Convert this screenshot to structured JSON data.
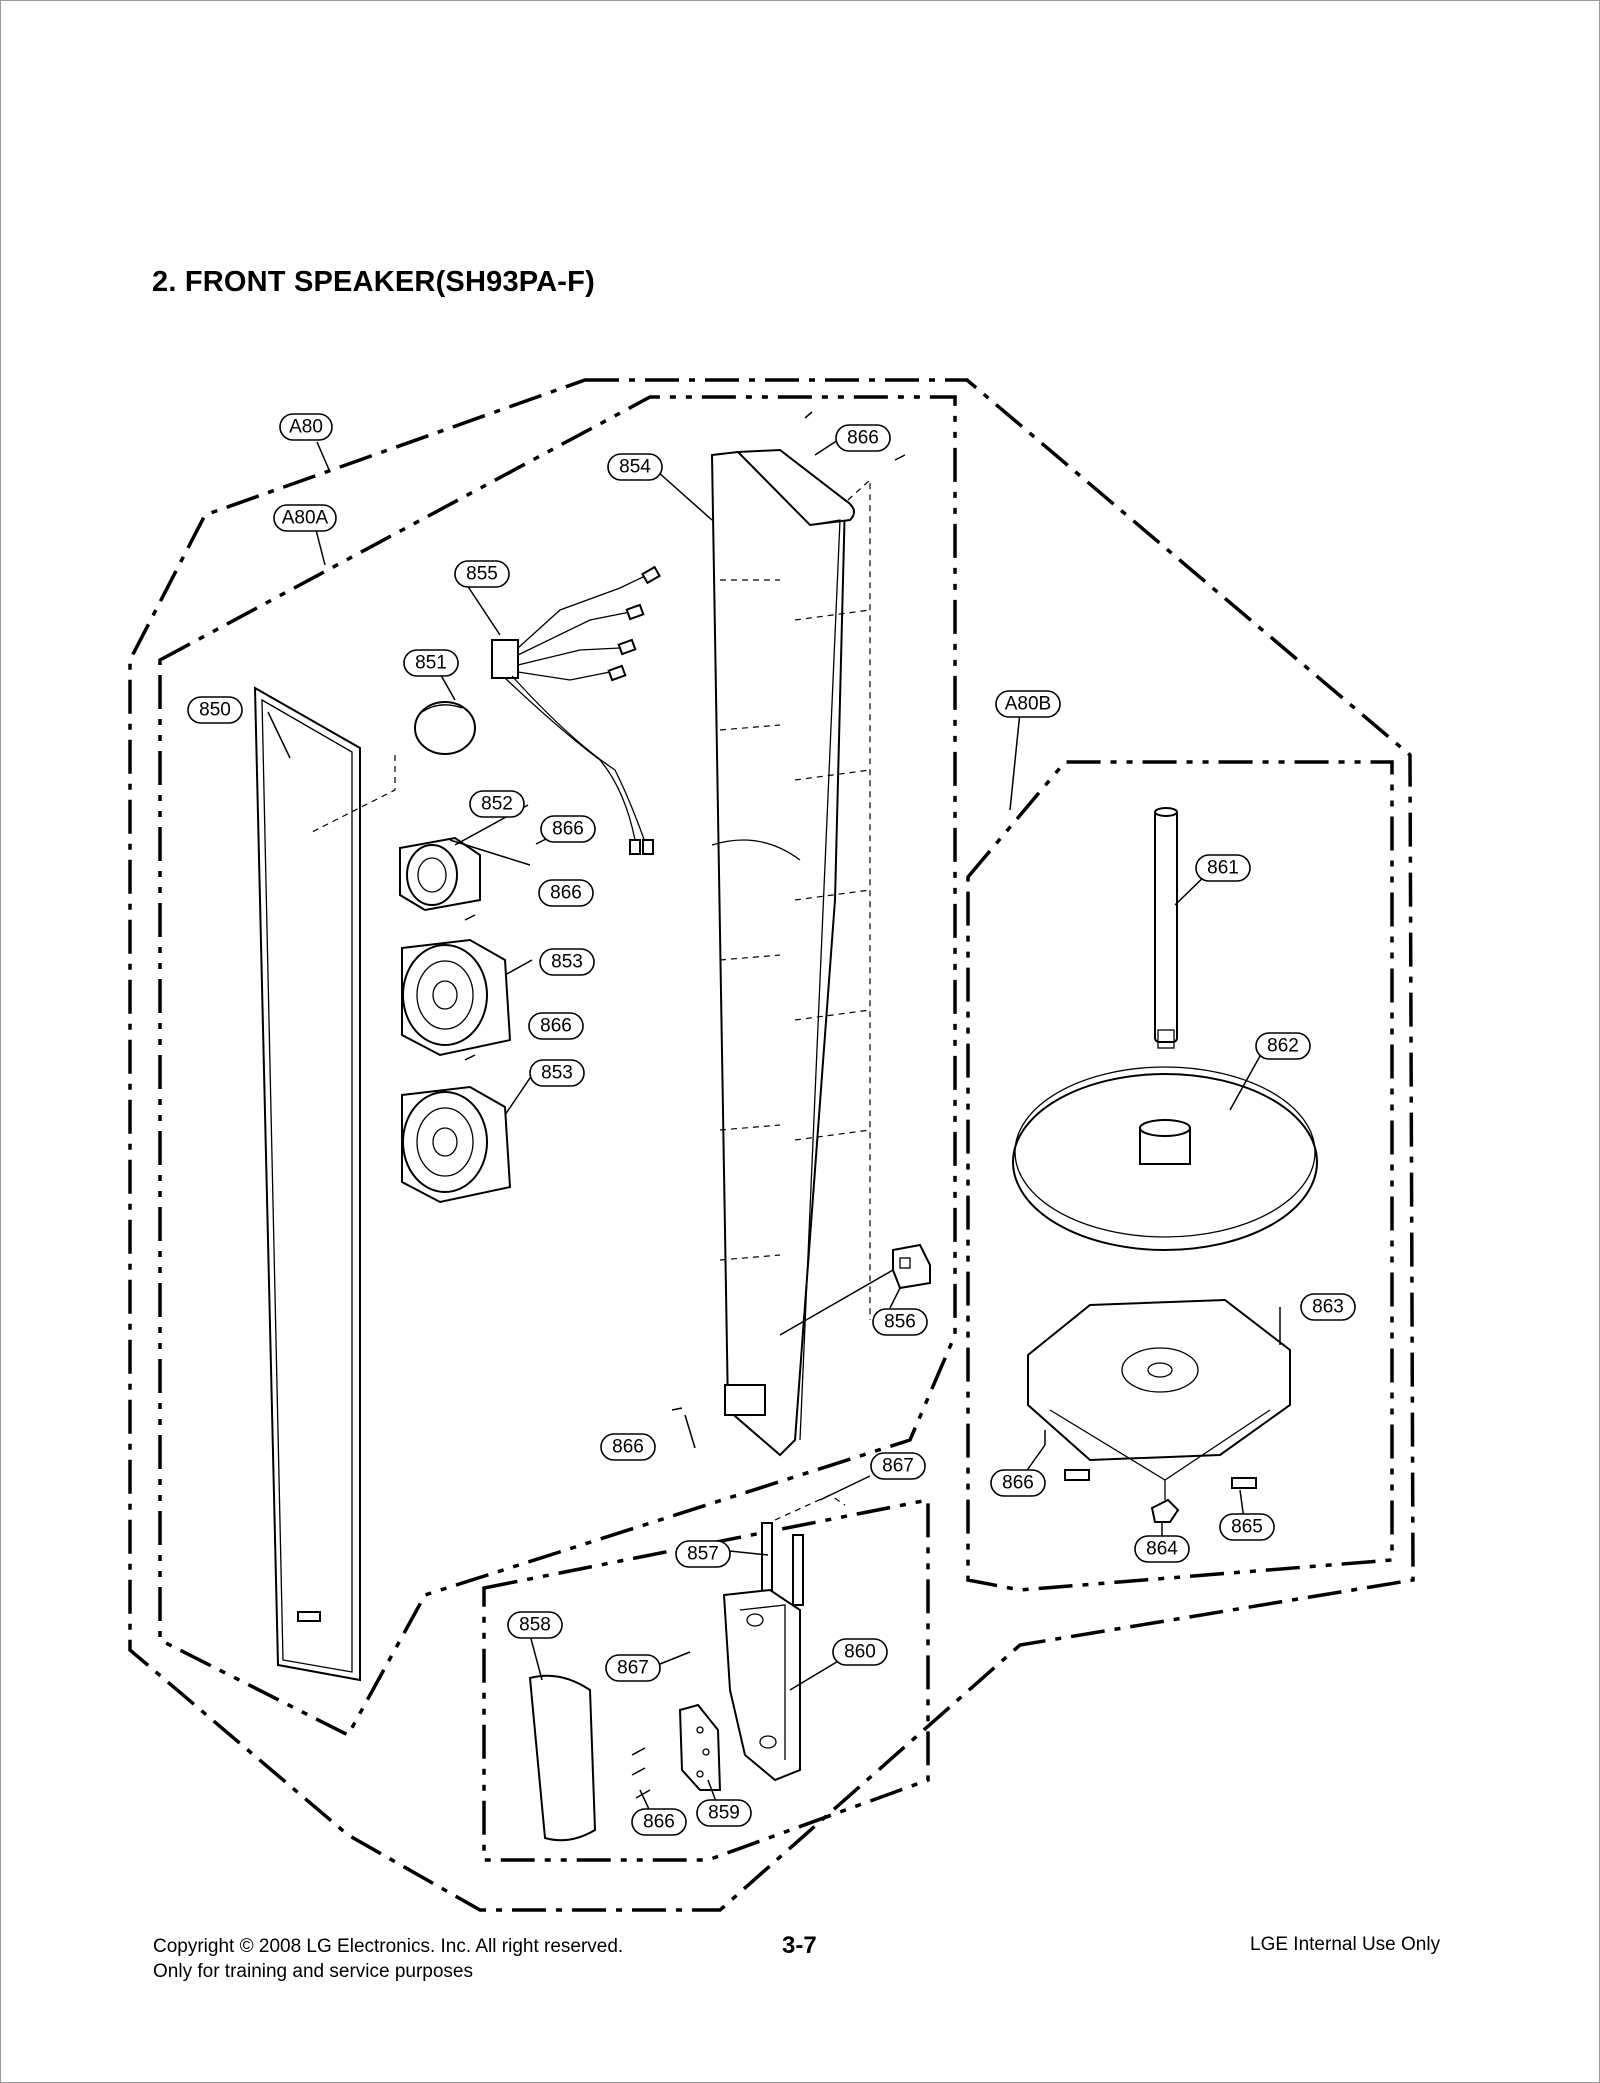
{
  "page": {
    "title": "2. FRONT SPEAKER(SH93PA-F)",
    "page_number": "3-7"
  },
  "footer": {
    "copyright": "Copyright © 2008 LG Electronics. Inc. All right reserved.",
    "purpose": "Only for training and service purposes",
    "internal": "LGE Internal Use Only"
  },
  "labels": {
    "a80": "A80",
    "a80a": "A80A",
    "a80b": "A80B",
    "p850": "850",
    "p851": "851",
    "p852": "852",
    "p853": "853",
    "p854": "854",
    "p855": "855",
    "p856": "856",
    "p857": "857",
    "p858": "858",
    "p859": "859",
    "p860": "860",
    "p861": "861",
    "p862": "862",
    "p863": "863",
    "p864": "864",
    "p865": "865",
    "p866": "866",
    "p867": "867"
  },
  "colors": {
    "line": "#000000",
    "frame": "#9a9a9a"
  }
}
